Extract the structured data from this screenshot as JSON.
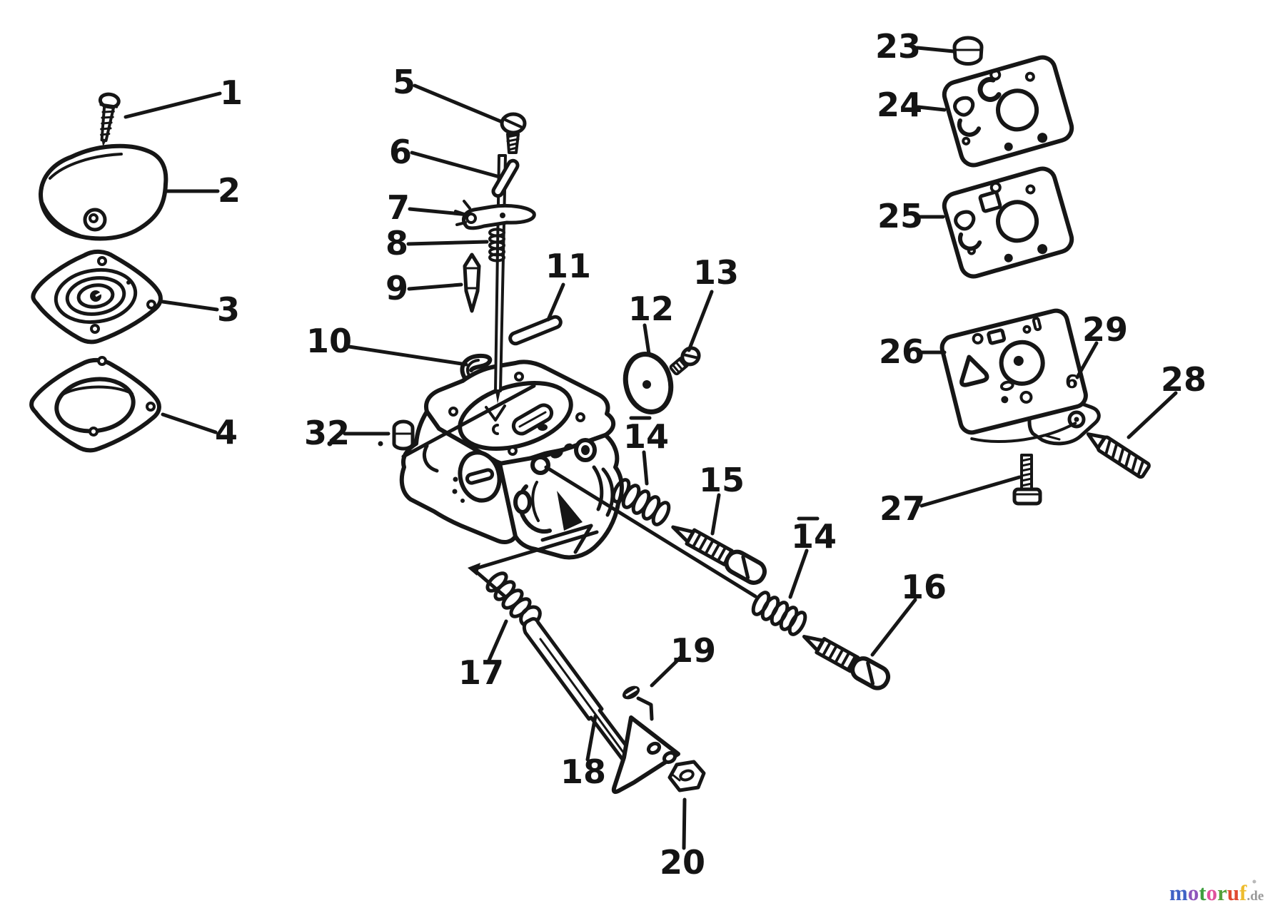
{
  "callouts": {
    "p1": "1",
    "p2": "2",
    "p3": "3",
    "p4": "4",
    "p5": "5",
    "p6": "6",
    "p7": "7",
    "p8": "8",
    "p9": "9",
    "p10": "10",
    "p11": "11",
    "p12": "12",
    "p13": "13",
    "p14a": "14",
    "p14b": "14",
    "p15": "15",
    "p16": "16",
    "p17": "17",
    "p18": "18",
    "p19": "19",
    "p20": "20",
    "p23": "23",
    "p24": "24",
    "p25": "25",
    "p26": "26",
    "p27": "27",
    "p28": "28",
    "p29": "29",
    "p32": "32",
    "cast_mark": "6"
  },
  "watermark": {
    "letters": [
      {
        "ch": "m",
        "color": "#3f62c5"
      },
      {
        "ch": "o",
        "color": "#8e56bb"
      },
      {
        "ch": "t",
        "color": "#3f9f3f"
      },
      {
        "ch": "o",
        "color": "#e0519d"
      },
      {
        "ch": "r",
        "color": "#55a23b"
      },
      {
        "ch": "u",
        "color": "#e04a31"
      },
      {
        "ch": "f",
        "color": "#eebc2e"
      }
    ],
    "suffix": ".de",
    "suffix_color": "#999999"
  }
}
